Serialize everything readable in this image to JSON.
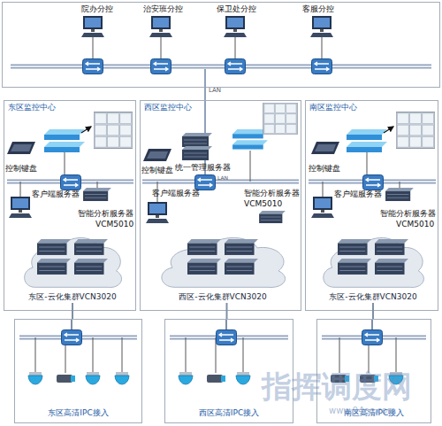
{
  "diagram": {
    "nodes": [
      {
        "text": [
          "东区监控中心"
        ]
      },
      {
        "text": [
          "西区监控中心"
        ]
      },
      {
        "text": [
          "南区监控中心"
        ]
      },
      {
        "text": [
          "东区-云化集群VCN3020"
        ],
        "in": 0
      },
      {
        "text": [
          "西区-云化集群VCN3020"
        ],
        "in": 1
      },
      {
        "text": [
          "东区-云化集群VCN3020"
        ],
        "in": 2
      },
      {
        "text": [
          "东区高清IPC接入"
        ]
      },
      {
        "text": [
          "西区高清IPC接入"
        ]
      },
      {
        "text": [
          "南区高清IPC接入"
        ]
      }
    ],
    "edges": [
      {
        "from": 3,
        "to": 6,
        "arrow": "none"
      },
      {
        "from": 4,
        "to": 7,
        "arrow": "none"
      },
      {
        "from": 5,
        "to": 8,
        "arrow": "none"
      }
    ],
    "labels": [
      "院办分控",
      "治安班分控",
      "保卫处分控",
      "客服分控",
      "LAN",
      "控制键盘",
      "客户端服务器",
      "智能分析服务器",
      "VCM5010",
      "控制键盘",
      "统一管理服务器",
      "客户端服务器",
      "LAN",
      "智能分析服务器",
      "VCM5010",
      "控制键盘",
      "客户端服务器",
      "智能分析服务器",
      "VCM5010",
      "指挥调度网",
      "www.94ec.com"
    ]
  }
}
